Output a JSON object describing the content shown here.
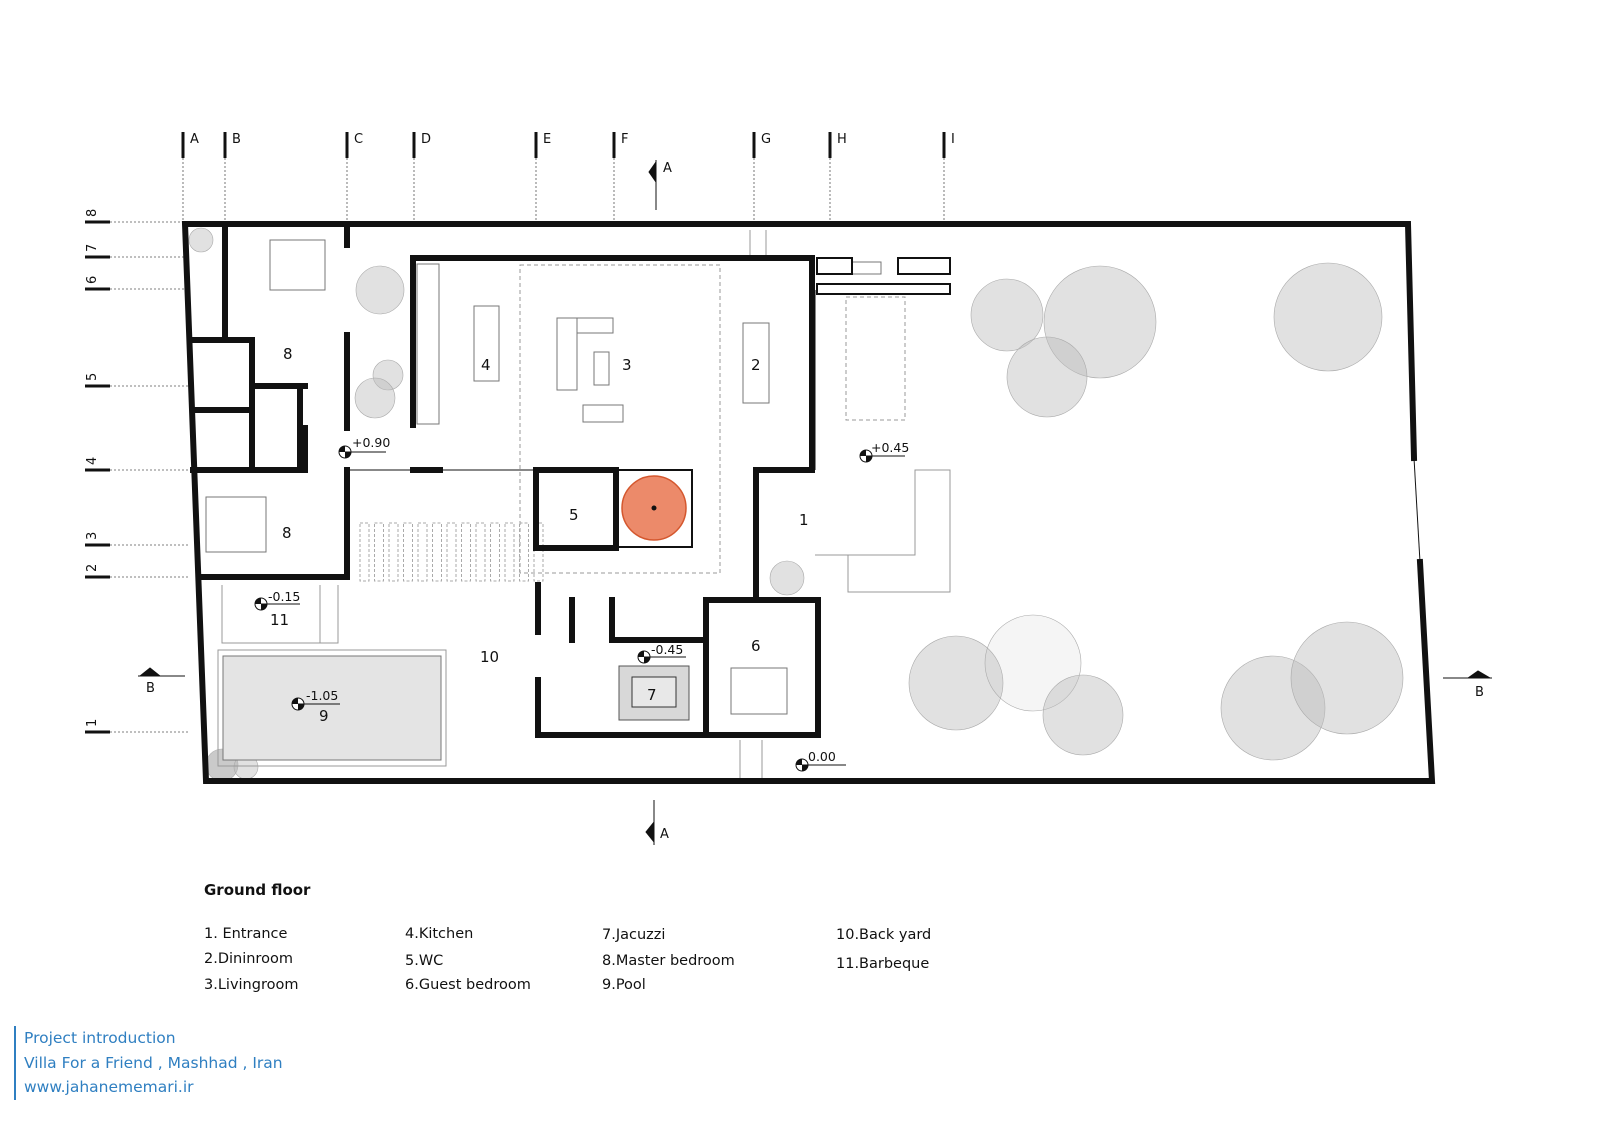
{
  "plan": {
    "grid_letters": [
      "A",
      "B",
      "C",
      "D",
      "E",
      "F",
      "G",
      "H",
      "I"
    ],
    "grid_numbers": [
      "8",
      "7",
      "6",
      "5",
      "4",
      "3",
      "2",
      "1"
    ],
    "section_marks": {
      "top": "A",
      "bottom": "A",
      "left": "B",
      "right": "B"
    },
    "room_numbers": {
      "entrance": "1",
      "dining": "2",
      "living": "3",
      "kitchen": "4",
      "wc": "5",
      "guest": "6",
      "jacuzzi": "7",
      "master_top": "8",
      "master_bottom": "8",
      "pool": "9",
      "backyard": "10",
      "barbeque": "11"
    },
    "elevations": {
      "corridor": "+0.90",
      "terrace": "+0.45",
      "barbeque": "-0.15",
      "jacuzzi": "-0.45",
      "pool": "-1.05",
      "entry": "0.00"
    },
    "colors": {
      "wall": "#111111",
      "jacuzzi": "#ec8a6a",
      "tree": "#c8c8c8",
      "accent": "#2f7fc1"
    }
  },
  "title": "Ground floor",
  "legend": [
    [
      "1. Entrance",
      "2.Dininroom",
      "3.Livingroom"
    ],
    [
      "4.Kitchen",
      "5.WC",
      "6.Guest bedroom"
    ],
    [
      "7.Jacuzzi",
      "8.Master bedroom",
      "9.Pool"
    ],
    [
      "10.Back yard",
      "11.Barbeque"
    ]
  ],
  "credits": [
    "Project introduction",
    "Villa For a Friend , Mashhad , Iran",
    "www.jahanememari.ir"
  ]
}
